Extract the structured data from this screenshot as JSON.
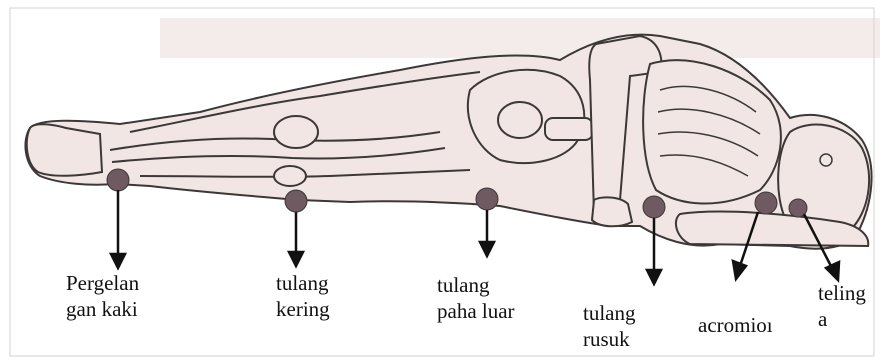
{
  "figure": {
    "colors": {
      "skin": "#f1e6e4",
      "outline": "#3c3838",
      "pressure_point": "#6e5a60",
      "arrow": "#111111",
      "background": "#ffffff"
    },
    "labels": {
      "ankle": "Pergelan\ngan kaki",
      "shin": "tulang\nkering",
      "outer_thigh": "tulang\npaha luar",
      "rib": "tulang\nrusuk",
      "acromion": "acromioı",
      "ear": "teling\na"
    }
  }
}
